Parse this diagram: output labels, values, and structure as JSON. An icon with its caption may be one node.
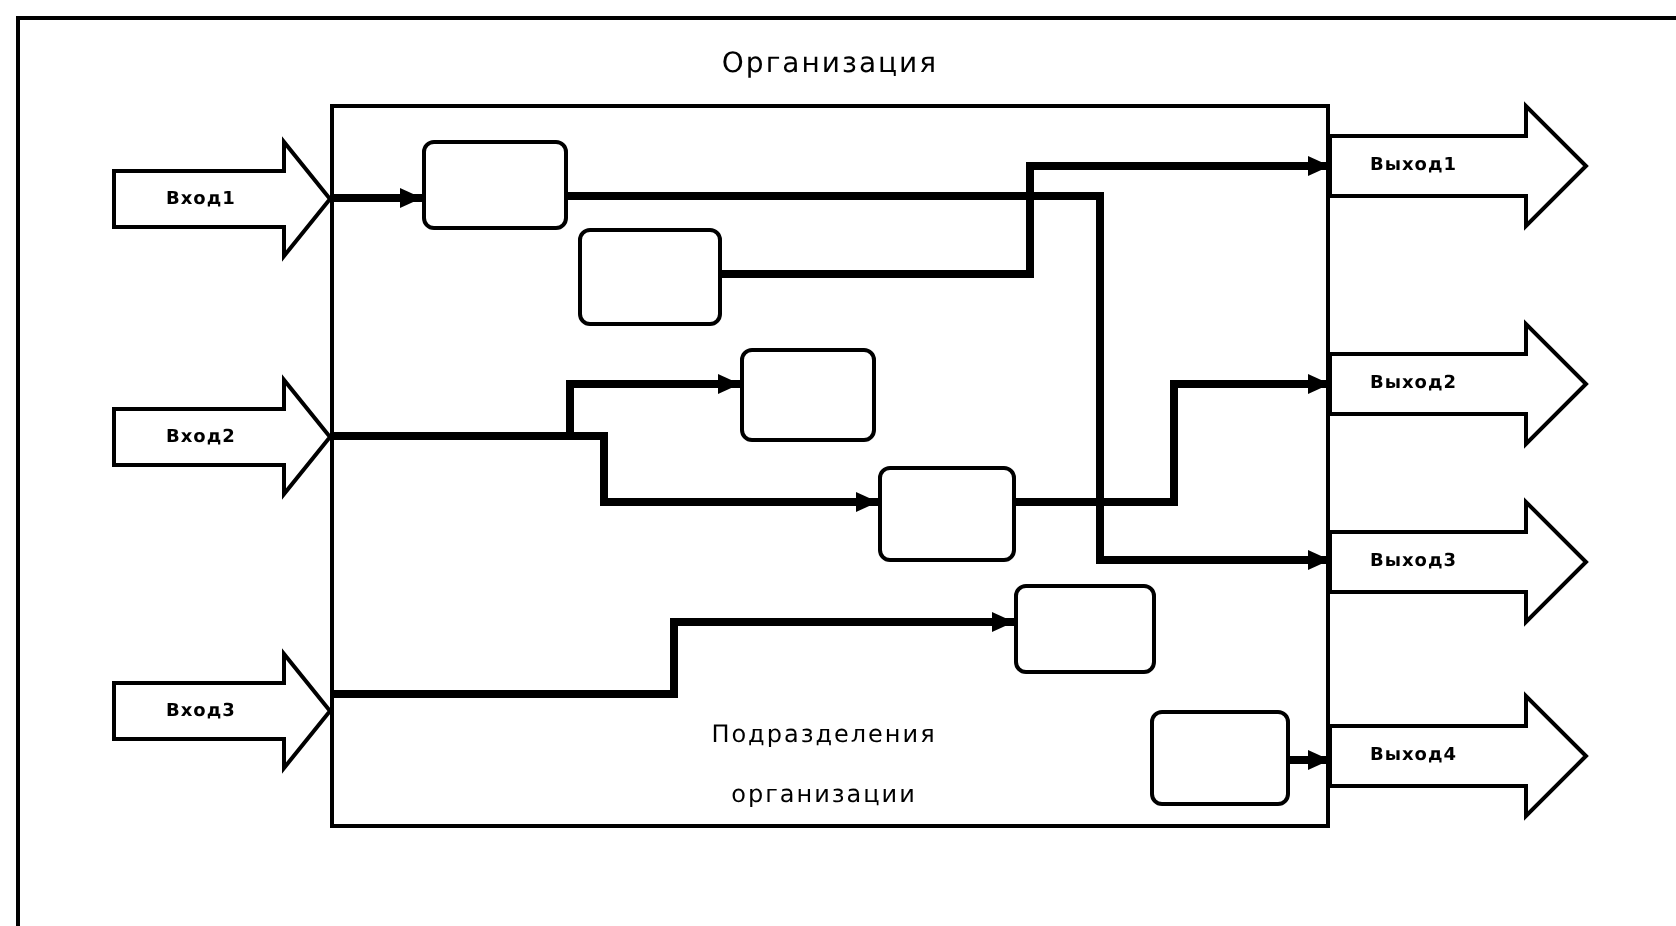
{
  "diagram": {
    "nodes": [
      {
        "text": [
          "Организация",
          "Подразделения организации"
        ]
      },
      {
        "text": [
          "Вход1"
        ]
      },
      {
        "text": [
          "Вход2"
        ]
      },
      {
        "text": [
          "Вход3"
        ]
      },
      {
        "text": [],
        "shape": "box",
        "in": 0
      },
      {
        "text": [],
        "shape": "box",
        "in": 0
      },
      {
        "text": [],
        "shape": "box",
        "in": 0
      },
      {
        "text": [],
        "shape": "box",
        "in": 0
      },
      {
        "text": [],
        "shape": "box",
        "in": 0
      },
      {
        "text": [],
        "shape": "box",
        "in": 0
      },
      {
        "text": [
          "Выход1"
        ]
      },
      {
        "text": [
          "Выход2"
        ]
      },
      {
        "text": [
          "Выход3"
        ]
      },
      {
        "text": [
          "Выход4"
        ]
      }
    ],
    "edges": [
      {
        "from": 1,
        "to": 4,
        "arrow": "to"
      },
      {
        "from": 4,
        "to": 12,
        "arrow": "to"
      },
      {
        "from": 5,
        "to": 10,
        "arrow": "to"
      },
      {
        "from": 2,
        "to": 6,
        "arrow": "to"
      },
      {
        "from": 2,
        "to": 7,
        "arrow": "to"
      },
      {
        "from": 7,
        "to": 11,
        "arrow": "to"
      },
      {
        "from": 3,
        "to": 8,
        "arrow": "to"
      },
      {
        "from": 9,
        "to": 13,
        "arrow": "to"
      }
    ]
  }
}
